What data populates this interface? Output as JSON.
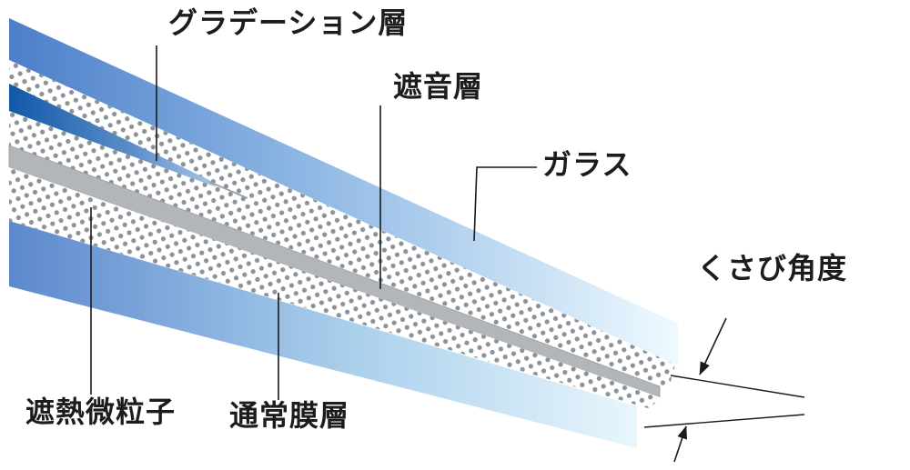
{
  "diagram": {
    "title_hint": "wedge-shaped laminated glass cross-section",
    "labels": {
      "gradation_layer": "グラデーション層",
      "sound_insulation_layer": "遮音層",
      "glass": "ガラス",
      "wedge_angle": "くさび角度",
      "heat_shield_particles": "遮熱微粒子",
      "normal_film_layer": "通常膜層"
    },
    "colors": {
      "top_glass_start": "#4c7fca",
      "top_glass_mid": "#8fb8e4",
      "top_glass_end": "#eefaff",
      "bottom_glass_start": "#5c88cd",
      "bottom_glass_mid": "#abd0ec",
      "bottom_glass_end": "#e8f6fc",
      "gradation_start": "#1258a8",
      "gradation_mid": "#5c8fc9",
      "gradation_end": "#a9c6e4",
      "sound_layer_fill": "#b2b6b9",
      "sound_layer_edge": "#999da0",
      "interlayer_fill": "#ffffff",
      "dot_color": "#8d9298",
      "line_color": "#1a1a1a"
    }
  }
}
